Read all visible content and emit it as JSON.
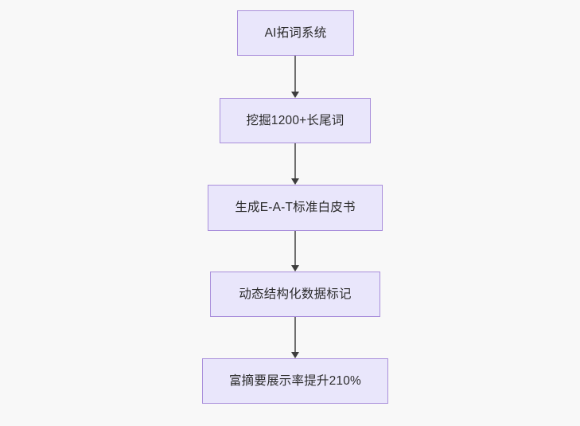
{
  "diagram": {
    "type": "flowchart",
    "direction": "top-to-bottom",
    "background_color": "#f8f8f8",
    "node_fill_color": "#e9e6fb",
    "node_border_color": "#a98edb",
    "node_text_color": "#2b2b2b",
    "edge_color": "#6f6f6f",
    "arrowhead_color": "#3d3d3d",
    "nodes": [
      {
        "id": "n0",
        "label": "AI拓词系统"
      },
      {
        "id": "n1",
        "label": "挖掘1200+长尾词"
      },
      {
        "id": "n2",
        "label": "生成E-A-T标准白皮书"
      },
      {
        "id": "n3",
        "label": "动态结构化数据标记"
      },
      {
        "id": "n4",
        "label": "富摘要展示率提升210%"
      }
    ],
    "edges": [
      {
        "from": "n0",
        "to": "n1",
        "arrow": "down-arrow-icon"
      },
      {
        "from": "n1",
        "to": "n2",
        "arrow": "down-arrow-icon"
      },
      {
        "from": "n2",
        "to": "n3",
        "arrow": "down-arrow-icon"
      },
      {
        "from": "n3",
        "to": "n4",
        "arrow": "down-arrow-icon"
      }
    ]
  }
}
